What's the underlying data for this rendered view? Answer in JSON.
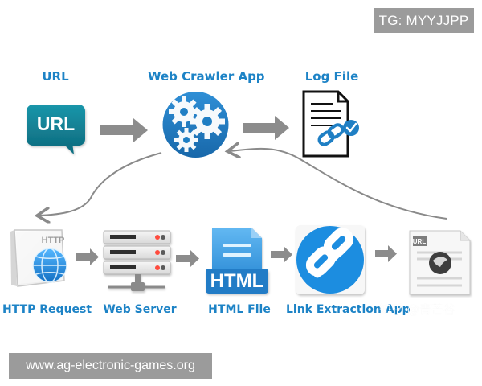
{
  "overlays": {
    "tg_badge": "TG: MYYJJPP",
    "site_badge": "www.ag-electronic-games.org",
    "watermark": "知乎 @青芒谷"
  },
  "labels": {
    "url": "URL",
    "web_crawler_app": "Web Crawler App",
    "log_file": "Log File",
    "http_request": "HTTP Request",
    "web_server": "Web Server",
    "html_file": "HTML File",
    "link_extraction": "Link Extraction App"
  },
  "icons": {
    "url_bubble": "URL",
    "http_text": "HTTP",
    "html_text": "HTML",
    "page_url_text": "URL"
  },
  "colors": {
    "label_blue": "#1d83c6",
    "icon_teal": "#14869a",
    "icon_blue": "#1f7fc4",
    "arrow_gray": "#8a8a8a",
    "badge_gray": "#9b9b9b"
  }
}
